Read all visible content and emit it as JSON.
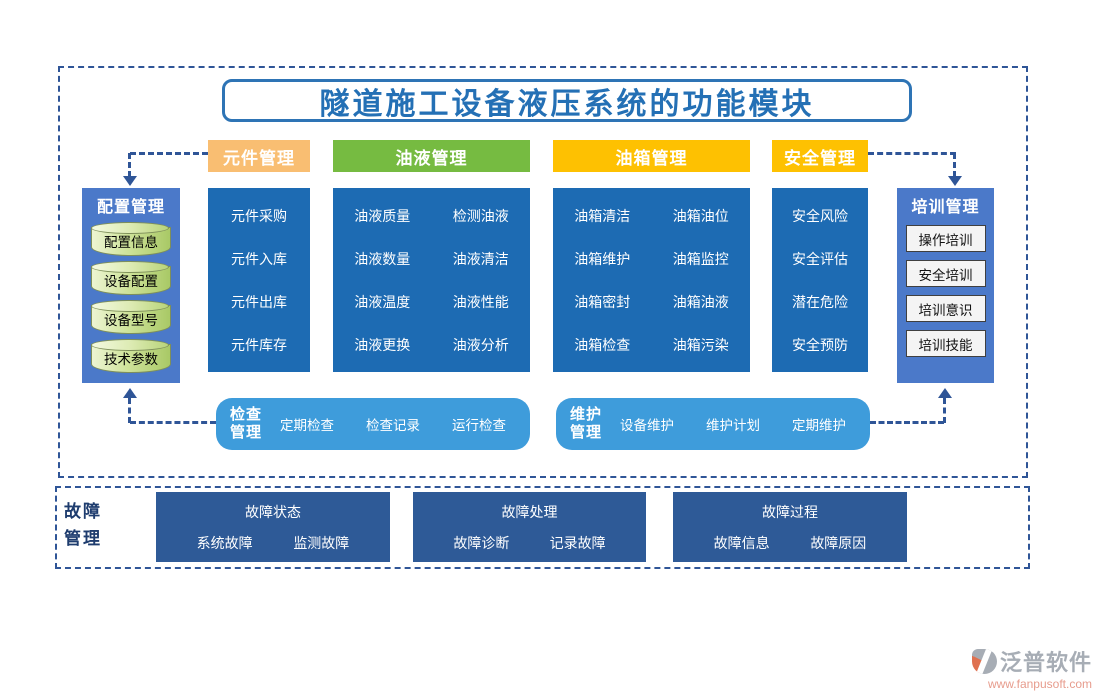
{
  "title": "隧道施工设备液压系统的功能模块",
  "columns": [
    {
      "header": "元件管理",
      "items": [
        "元件采购",
        "元件入库",
        "元件出库",
        "元件库存"
      ]
    },
    {
      "header": "油液管理",
      "items": [
        "油液质量",
        "检测油液",
        "油液数量",
        "油液清洁",
        "油液温度",
        "油液性能",
        "油液更换",
        "油液分析"
      ]
    },
    {
      "header": "油箱管理",
      "items": [
        "油箱清洁",
        "油箱油位",
        "油箱维护",
        "油箱监控",
        "油箱密封",
        "油箱油液",
        "油箱检查",
        "油箱污染"
      ]
    },
    {
      "header": "安全管理",
      "items": [
        "安全风险",
        "安全评估",
        "潜在危险",
        "安全预防"
      ]
    }
  ],
  "config_panel": {
    "title": "配置管理",
    "items": [
      "配置信息",
      "设备配置",
      "设备型号",
      "技术参数"
    ],
    "item_icon": "database-cylinder-icon"
  },
  "training_panel": {
    "title": "培训管理",
    "items": [
      "操作培训",
      "安全培训",
      "培训意识",
      "培训技能"
    ]
  },
  "inspection": {
    "title": "检查管理",
    "items": [
      "定期检查",
      "检查记录",
      "运行检查"
    ]
  },
  "maintenance": {
    "title": "维护管理",
    "items": [
      "设备维护",
      "维护计划",
      "定期维护"
    ]
  },
  "fault": {
    "label": "故障管理",
    "groups": [
      {
        "title": "故障状态",
        "items": [
          "系统故障",
          "监测故障"
        ]
      },
      {
        "title": "故障处理",
        "items": [
          "故障诊断",
          "记录故障"
        ]
      },
      {
        "title": "故障过程",
        "items": [
          "故障信息",
          "故障原因"
        ]
      }
    ]
  },
  "logo": {
    "name": "泛普软件",
    "url": "www.fanpusoft.com",
    "icon": "fanpu-swoosh-icon"
  },
  "colors": {
    "header_orange": "#F9BE72",
    "header_green": "#76BB41",
    "header_gold": "#FEC101",
    "column_blue": "#1D6BB3",
    "panel_blue": "#4B79C9",
    "light_blue": "#3E9CDB",
    "navy_box": "#2E5A97",
    "dash_line": "#2F5597",
    "title_blue": "#2470B5",
    "logo_gray": "#A7ADB5",
    "logo_url_salmon": "#E79C8D"
  }
}
